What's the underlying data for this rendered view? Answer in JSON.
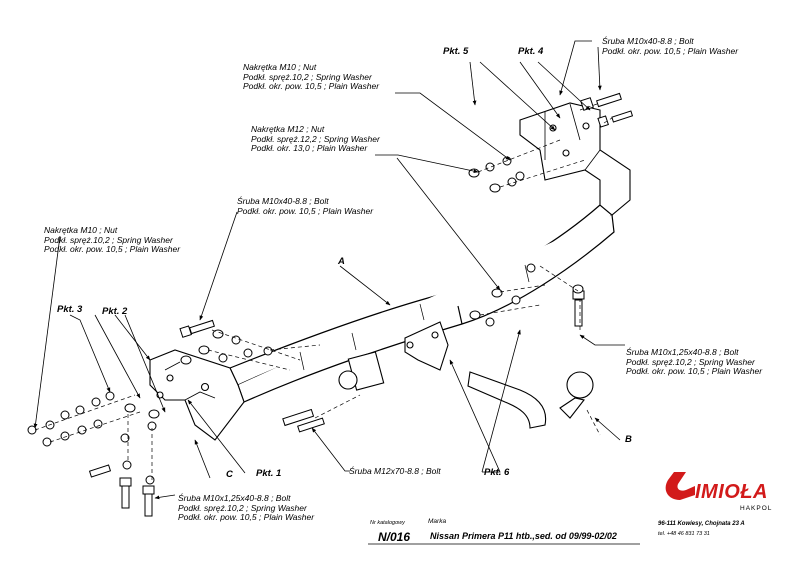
{
  "labels": {
    "nut_m10_top": [
      "Nakrętka  M10 ; Nut",
      "Podkł. spręż.10,2 ; Spring Washer",
      "Podkł. okr. pow. 10,5 ; Plain Washer"
    ],
    "nut_m12": [
      "Nakrętka  M12 ; Nut",
      "Podkł. spręż.12,2 ; Spring Washer",
      "Podkł. okr.  13,0 ; Plain Washer"
    ],
    "bolt_m10x40_tr": [
      "Śruba M10x40-8.8 ;  Bolt",
      "Podkł. okr. pow. 10,5 ; Plain Washer"
    ],
    "bolt_m10x40_mid": [
      "Śruba M10x40-8.8 ;  Bolt",
      "Podkł. okr. pow. 10,5 ; Plain Washer"
    ],
    "nut_m10_left": [
      "Nakrętka  M10 ; Nut",
      "Podkł. spręż.10,2 ; Spring Washer",
      "Podkł. okr. pow. 10,5 ; Plain Washer"
    ],
    "bolt_m10x125_right": [
      "Śruba M10x1,25x40-8.8 ;  Bolt",
      "Podkł. spręż.10,2 ; Spring Washer",
      "Podkł. okr. pow. 10,5 ; Plain Washer"
    ],
    "bolt_m12x70": [
      "Śruba M12x70-8.8 ;  Bolt"
    ],
    "bolt_m10x125_bottom": [
      "Śruba M10x1,25x40-8.8 ;  Bolt",
      "Podkł. spręż.10,2 ; Spring Washer",
      "Podkł. okr. pow. 10,5 ; Plain Washer"
    ]
  },
  "points": {
    "pkt5": "Pkt. 5",
    "pkt4": "Pkt. 4",
    "pkt3": "Pkt. 3",
    "pkt2": "Pkt. 2",
    "pkt1": "Pkt. 1",
    "pkt6": "Pkt. 6"
  },
  "letters": {
    "a": "A",
    "b": "B",
    "c": "C"
  },
  "title_block": {
    "catalog_label": "Nr katalogowy",
    "brand_label": "Marka",
    "catalog_number": "N/016",
    "model": "Nissan Primera P11 htb.,sed.  od  09/99-02/02"
  },
  "company": {
    "logo": "IMIOŁA",
    "sub": "HAKPOL",
    "address": "96-111 Kowiesy, Chojnata 23 A",
    "phone": "tel. +48 46 831 73 31",
    "accent_color": "#d21a1a"
  }
}
